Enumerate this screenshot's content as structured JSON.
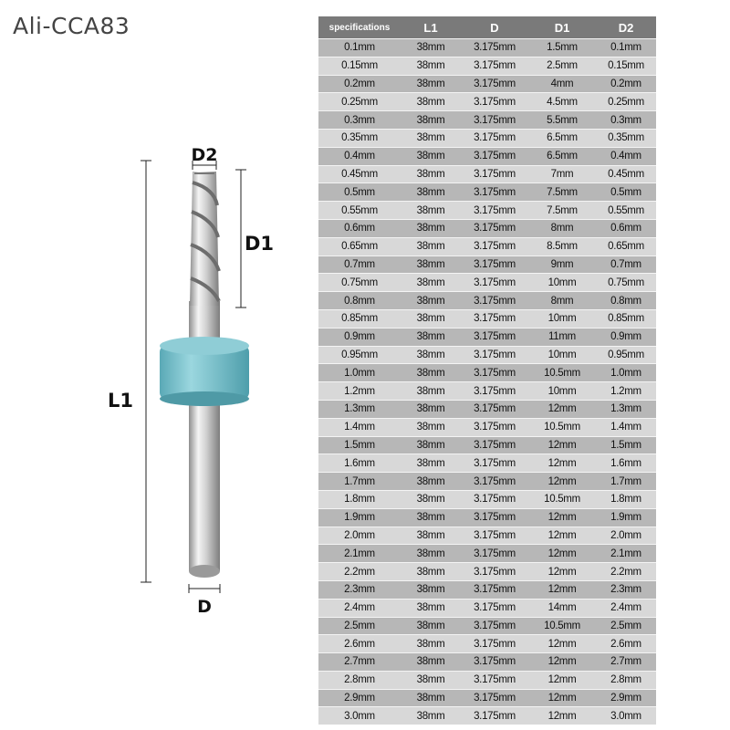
{
  "watermark": "Ali-CCA83",
  "diagram": {
    "labels": {
      "d2": "D2",
      "d1": "D1",
      "l1": "L1",
      "d": "D"
    },
    "collar_color": "#7cc3cf"
  },
  "table": {
    "headers": [
      "specifications",
      "L1",
      "D",
      "D1",
      "D2"
    ],
    "rows": [
      [
        "0.1mm",
        "38mm",
        "3.175mm",
        "1.5mm",
        "0.1mm"
      ],
      [
        "0.15mm",
        "38mm",
        "3.175mm",
        "2.5mm",
        "0.15mm"
      ],
      [
        "0.2mm",
        "38mm",
        "3.175mm",
        "4mm",
        "0.2mm"
      ],
      [
        "0.25mm",
        "38mm",
        "3.175mm",
        "4.5mm",
        "0.25mm"
      ],
      [
        "0.3mm",
        "38mm",
        "3.175mm",
        "5.5mm",
        "0.3mm"
      ],
      [
        "0.35mm",
        "38mm",
        "3.175mm",
        "6.5mm",
        "0.35mm"
      ],
      [
        "0.4mm",
        "38mm",
        "3.175mm",
        "6.5mm",
        "0.4mm"
      ],
      [
        "0.45mm",
        "38mm",
        "3.175mm",
        "7mm",
        "0.45mm"
      ],
      [
        "0.5mm",
        "38mm",
        "3.175mm",
        "7.5mm",
        "0.5mm"
      ],
      [
        "0.55mm",
        "38mm",
        "3.175mm",
        "7.5mm",
        "0.55mm"
      ],
      [
        "0.6mm",
        "38mm",
        "3.175mm",
        "8mm",
        "0.6mm"
      ],
      [
        "0.65mm",
        "38mm",
        "3.175mm",
        "8.5mm",
        "0.65mm"
      ],
      [
        "0.7mm",
        "38mm",
        "3.175mm",
        "9mm",
        "0.7mm"
      ],
      [
        "0.75mm",
        "38mm",
        "3.175mm",
        "10mm",
        "0.75mm"
      ],
      [
        "0.8mm",
        "38mm",
        "3.175mm",
        "8mm",
        "0.8mm"
      ],
      [
        "0.85mm",
        "38mm",
        "3.175mm",
        "10mm",
        "0.85mm"
      ],
      [
        "0.9mm",
        "38mm",
        "3.175mm",
        "11mm",
        "0.9mm"
      ],
      [
        "0.95mm",
        "38mm",
        "3.175mm",
        "10mm",
        "0.95mm"
      ],
      [
        "1.0mm",
        "38mm",
        "3.175mm",
        "10.5mm",
        "1.0mm"
      ],
      [
        "1.2mm",
        "38mm",
        "3.175mm",
        "10mm",
        "1.2mm"
      ],
      [
        "1.3mm",
        "38mm",
        "3.175mm",
        "12mm",
        "1.3mm"
      ],
      [
        "1.4mm",
        "38mm",
        "3.175mm",
        "10.5mm",
        "1.4mm"
      ],
      [
        "1.5mm",
        "38mm",
        "3.175mm",
        "12mm",
        "1.5mm"
      ],
      [
        "1.6mm",
        "38mm",
        "3.175mm",
        "12mm",
        "1.6mm"
      ],
      [
        "1.7mm",
        "38mm",
        "3.175mm",
        "12mm",
        "1.7mm"
      ],
      [
        "1.8mm",
        "38mm",
        "3.175mm",
        "10.5mm",
        "1.8mm"
      ],
      [
        "1.9mm",
        "38mm",
        "3.175mm",
        "12mm",
        "1.9mm"
      ],
      [
        "2.0mm",
        "38mm",
        "3.175mm",
        "12mm",
        "2.0mm"
      ],
      [
        "2.1mm",
        "38mm",
        "3.175mm",
        "12mm",
        "2.1mm"
      ],
      [
        "2.2mm",
        "38mm",
        "3.175mm",
        "12mm",
        "2.2mm"
      ],
      [
        "2.3mm",
        "38mm",
        "3.175mm",
        "12mm",
        "2.3mm"
      ],
      [
        "2.4mm",
        "38mm",
        "3.175mm",
        "14mm",
        "2.4mm"
      ],
      [
        "2.5mm",
        "38mm",
        "3.175mm",
        "10.5mm",
        "2.5mm"
      ],
      [
        "2.6mm",
        "38mm",
        "3.175mm",
        "12mm",
        "2.6mm"
      ],
      [
        "2.7mm",
        "38mm",
        "3.175mm",
        "12mm",
        "2.7mm"
      ],
      [
        "2.8mm",
        "38mm",
        "3.175mm",
        "12mm",
        "2.8mm"
      ],
      [
        "2.9mm",
        "38mm",
        "3.175mm",
        "12mm",
        "2.9mm"
      ],
      [
        "3.0mm",
        "38mm",
        "3.175mm",
        "12mm",
        "3.0mm"
      ]
    ]
  }
}
